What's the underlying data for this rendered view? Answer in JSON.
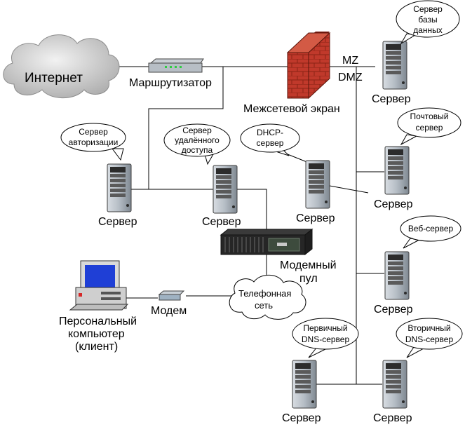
{
  "internet": "Интернет",
  "router": "Маршрутизатор",
  "firewall": "Межсетевой экран",
  "zone_mz": "MZ",
  "zone_dmz": "DMZ",
  "modem_pool": [
    "Модемный",
    "пул"
  ],
  "phone_network": [
    "Телефонная",
    "сеть"
  ],
  "modem": "Модем",
  "pc": [
    "Персональный",
    "компьютер",
    "(клиент)"
  ],
  "server_label": "Сервер",
  "bubbles": {
    "db": [
      "Сервер",
      "базы",
      "данных"
    ],
    "auth": [
      "Сервер",
      "авторизации"
    ],
    "remote": [
      "Сервер",
      "удалённого",
      "доступа"
    ],
    "dhcp": [
      "DHCP-",
      "сервер"
    ],
    "mail": [
      "Почтовый",
      "сервер"
    ],
    "web": [
      "Веб-сервер"
    ],
    "dns1": [
      "Первичный",
      "DNS-сервер"
    ],
    "dns2": [
      "Вторичный",
      "DNS-сервер"
    ]
  }
}
